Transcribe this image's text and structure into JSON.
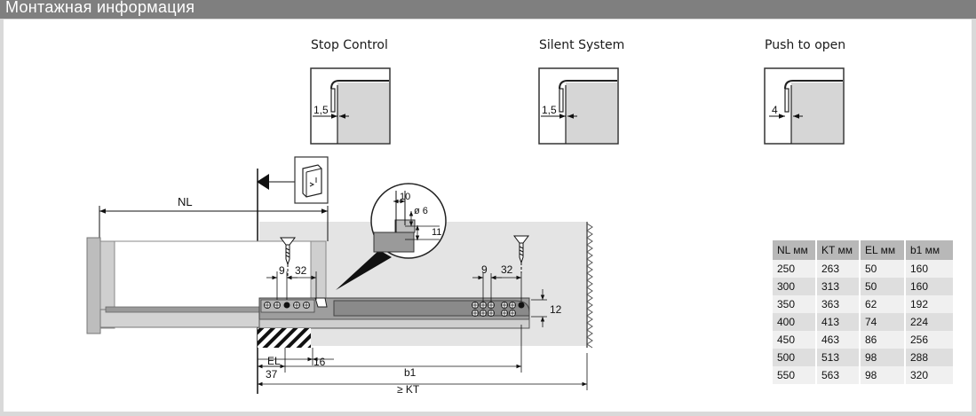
{
  "header": {
    "title": "Монтажная информация"
  },
  "systems": [
    {
      "label": "Stop Control",
      "dim": "1,5"
    },
    {
      "label": "Silent System",
      "dim": "1,5"
    },
    {
      "label": "Push to open",
      "dim": "4"
    }
  ],
  "drawing": {
    "nl": "NL",
    "detail_10": "10",
    "detail_6": "ø 6",
    "detail_11": "11",
    "front_9": "9",
    "front_32": "32",
    "rear_9": "9",
    "rear_32": "32",
    "rail_12": "12",
    "el": "EL",
    "d37": "37",
    "d16": "16",
    "b1": "b1",
    "kt": "≥ KT"
  },
  "table": {
    "headers": [
      "NL мм",
      "KT мм",
      "EL мм",
      "b1 мм"
    ],
    "rows": [
      [
        "250",
        "263",
        "50",
        "160"
      ],
      [
        "300",
        "313",
        "50",
        "160"
      ],
      [
        "350",
        "363",
        "62",
        "192"
      ],
      [
        "400",
        "413",
        "74",
        "224"
      ],
      [
        "450",
        "463",
        "86",
        "256"
      ],
      [
        "500",
        "513",
        "98",
        "288"
      ],
      [
        "550",
        "563",
        "98",
        "320"
      ]
    ]
  }
}
